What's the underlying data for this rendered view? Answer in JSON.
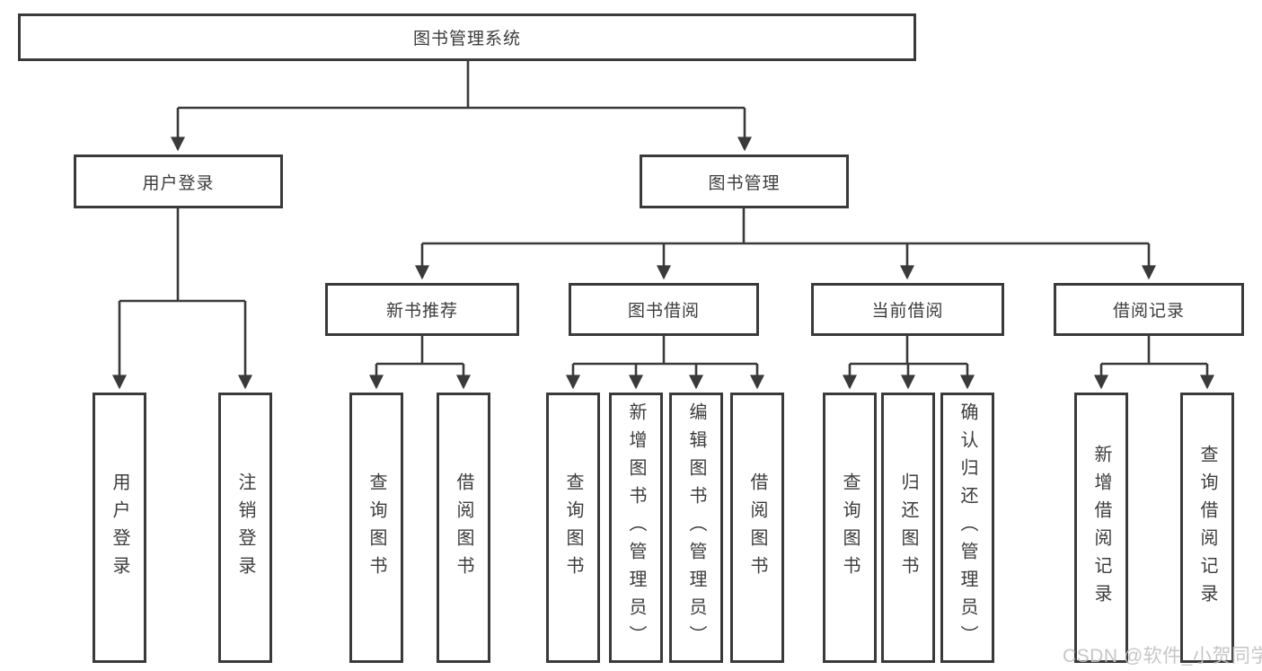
{
  "diagram": {
    "root": {
      "label": "图书管理系统"
    },
    "level2": [
      {
        "id": "user-login",
        "label": "用户登录"
      },
      {
        "id": "book-management",
        "label": "图书管理"
      }
    ],
    "level3": [
      {
        "id": "new-book-recommend",
        "label": "新书推荐"
      },
      {
        "id": "book-borrowing",
        "label": "图书借阅"
      },
      {
        "id": "current-borrowing",
        "label": "当前借阅"
      },
      {
        "id": "borrowing-records",
        "label": "借阅记录"
      }
    ],
    "leaves": [
      {
        "id": "leaf-user-login",
        "label": "用户登录"
      },
      {
        "id": "leaf-logout",
        "label": "注销登录"
      },
      {
        "id": "leaf-newbook-query",
        "label": "查询图书"
      },
      {
        "id": "leaf-newbook-borrow",
        "label": "借阅图书"
      },
      {
        "id": "leaf-borrow-query",
        "label": "查询图书"
      },
      {
        "id": "leaf-borrow-add",
        "label": "新增图书（管理员）"
      },
      {
        "id": "leaf-borrow-edit",
        "label": "编辑图书（管理员）"
      },
      {
        "id": "leaf-borrow-borrow",
        "label": "借阅图书"
      },
      {
        "id": "leaf-current-query",
        "label": "查询图书"
      },
      {
        "id": "leaf-current-return",
        "label": "归还图书"
      },
      {
        "id": "leaf-current-confirm",
        "label": "确认归还（管理员）"
      },
      {
        "id": "leaf-record-add",
        "label": "新增借阅记录"
      },
      {
        "id": "leaf-record-query",
        "label": "查询借阅记录"
      }
    ]
  },
  "watermark": "CSDN @软件_小贺同学",
  "colors": {
    "line": "#3a3a3a",
    "text": "#3c3c3c",
    "watermark": "#c1c1c1",
    "background": "#ffffff"
  }
}
